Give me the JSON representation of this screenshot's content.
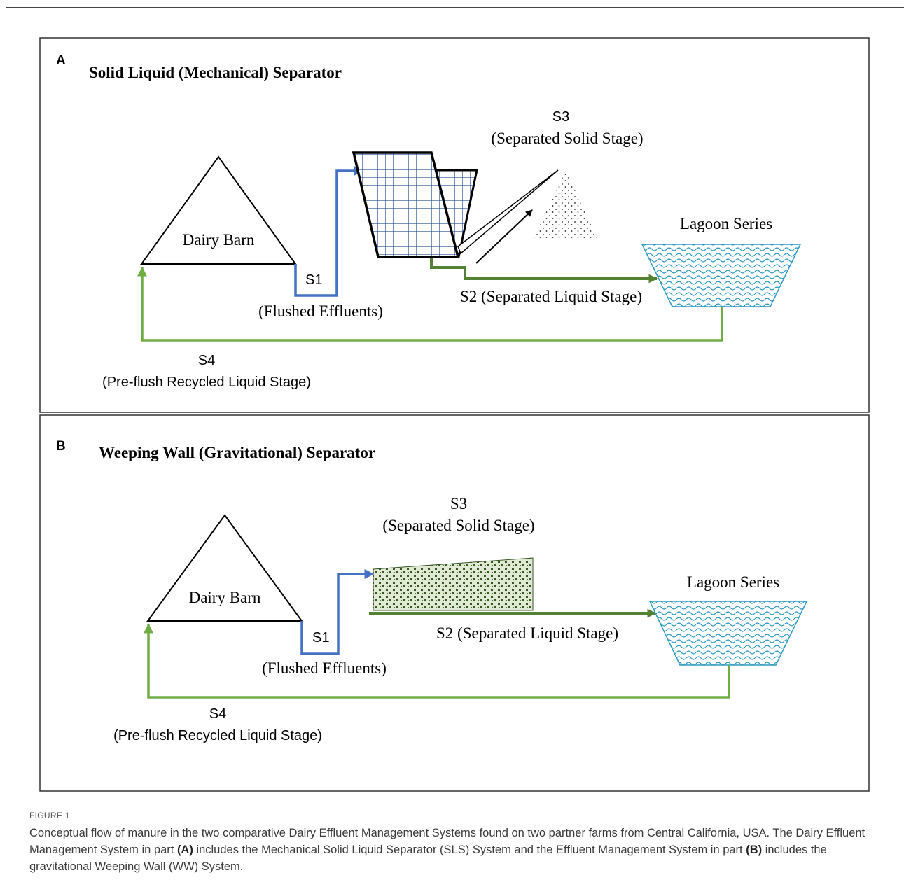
{
  "panel_a": {
    "letter": "A",
    "title": "Solid Liquid (Mechanical) Separator",
    "barn_label": "Dairy Barn",
    "s1_label": "S1",
    "s1_desc": "(Flushed Effluents)",
    "s2_label": "S2 (Separated Liquid Stage)",
    "s3_label": "S3",
    "s3_desc": "(Separated Solid Stage)",
    "lagoon_label": "Lagoon Series",
    "s4_label": "S4",
    "s4_desc": "(Pre-flush Recycled Liquid Stage)"
  },
  "panel_b": {
    "letter": "B",
    "title": "Weeping Wall (Gravitational) Separator",
    "barn_label": "Dairy Barn",
    "s1_label": "S1",
    "s1_desc": "(Flushed Effluents)",
    "s2_label": "S2 (Separated Liquid Stage)",
    "s3_label": "S3",
    "s3_desc": "(Separated Solid Stage)",
    "lagoon_label": "Lagoon Series",
    "s4_label": "S4",
    "s4_desc": "(Pre-flush Recycled Liquid Stage)"
  },
  "caption": {
    "label": "FIGURE 1",
    "text_1": "Conceptual flow of manure in the two comparative Dairy Effluent Management Systems found on two partner farms from Central California, USA. The Dairy Effluent Management System in part ",
    "ref_a": "(A)",
    "text_2": " includes the Mechanical Solid Liquid Separator (SLS) System and the Effluent Management System in part ",
    "ref_b": "(B)",
    "text_3": " includes the gravitational Weeping Wall (WW) System."
  },
  "colors": {
    "s1_flow": "#4472c4",
    "green_flow": "#70ad47",
    "dark_green_flow": "#548235",
    "lagoon_fill": "#2e9bc4",
    "screen_blue": "#2f5597",
    "weeping_wall_green": "#375623"
  }
}
